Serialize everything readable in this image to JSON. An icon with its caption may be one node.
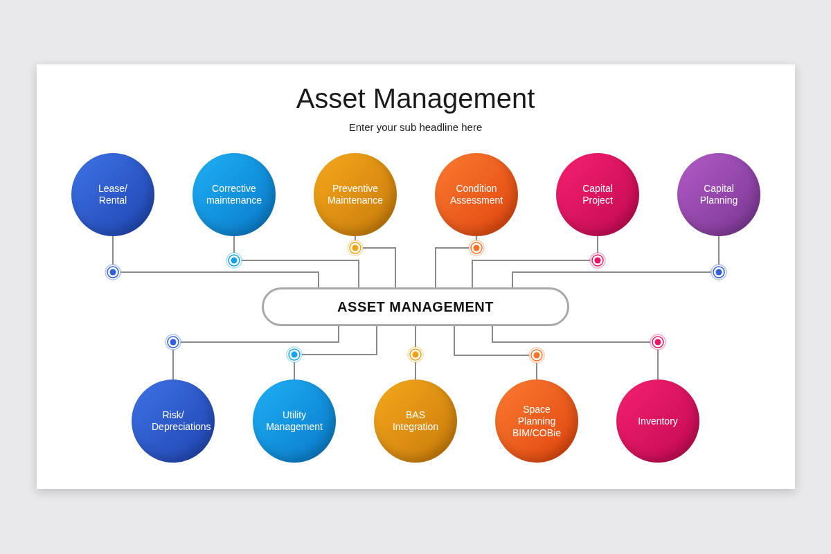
{
  "diagram": {
    "title": "Asset Management",
    "nodes": [
      {
        "text": [
          "Lease/ Rental"
        ]
      },
      {
        "text": [
          "Corrective maintenance"
        ]
      },
      {
        "text": [
          "Preventive Maintenance"
        ]
      },
      {
        "text": [
          "Condition Assessment"
        ]
      },
      {
        "text": [
          "Capital Project"
        ]
      },
      {
        "text": [
          "Capital Planning"
        ]
      },
      {
        "text": [
          "ASSET MANAGEMENT"
        ]
      },
      {
        "text": [
          "Risk/ Depreciations"
        ]
      },
      {
        "text": [
          "Utility Management"
        ]
      },
      {
        "text": [
          "BAS Integration"
        ]
      },
      {
        "text": [
          "Space Planning BIM/COBie"
        ]
      },
      {
        "text": [
          "Inventory"
        ]
      }
    ],
    "edges": [
      {
        "from": 0,
        "to": 6,
        "arrow": "none"
      },
      {
        "from": 1,
        "to": 6,
        "arrow": "none"
      },
      {
        "from": 2,
        "to": 6,
        "arrow": "none"
      },
      {
        "from": 3,
        "to": 6,
        "arrow": "none"
      },
      {
        "from": 4,
        "to": 6,
        "arrow": "none"
      },
      {
        "from": 5,
        "to": 6,
        "arrow": "none"
      },
      {
        "from": 6,
        "to": 7,
        "arrow": "none"
      },
      {
        "from": 6,
        "to": 8,
        "arrow": "none"
      },
      {
        "from": 6,
        "to": 9,
        "arrow": "none"
      },
      {
        "from": 6,
        "to": 10,
        "arrow": "none"
      },
      {
        "from": 6,
        "to": 11,
        "arrow": "none"
      }
    ],
    "labels": [
      "Enter your sub headline here"
    ]
  }
}
